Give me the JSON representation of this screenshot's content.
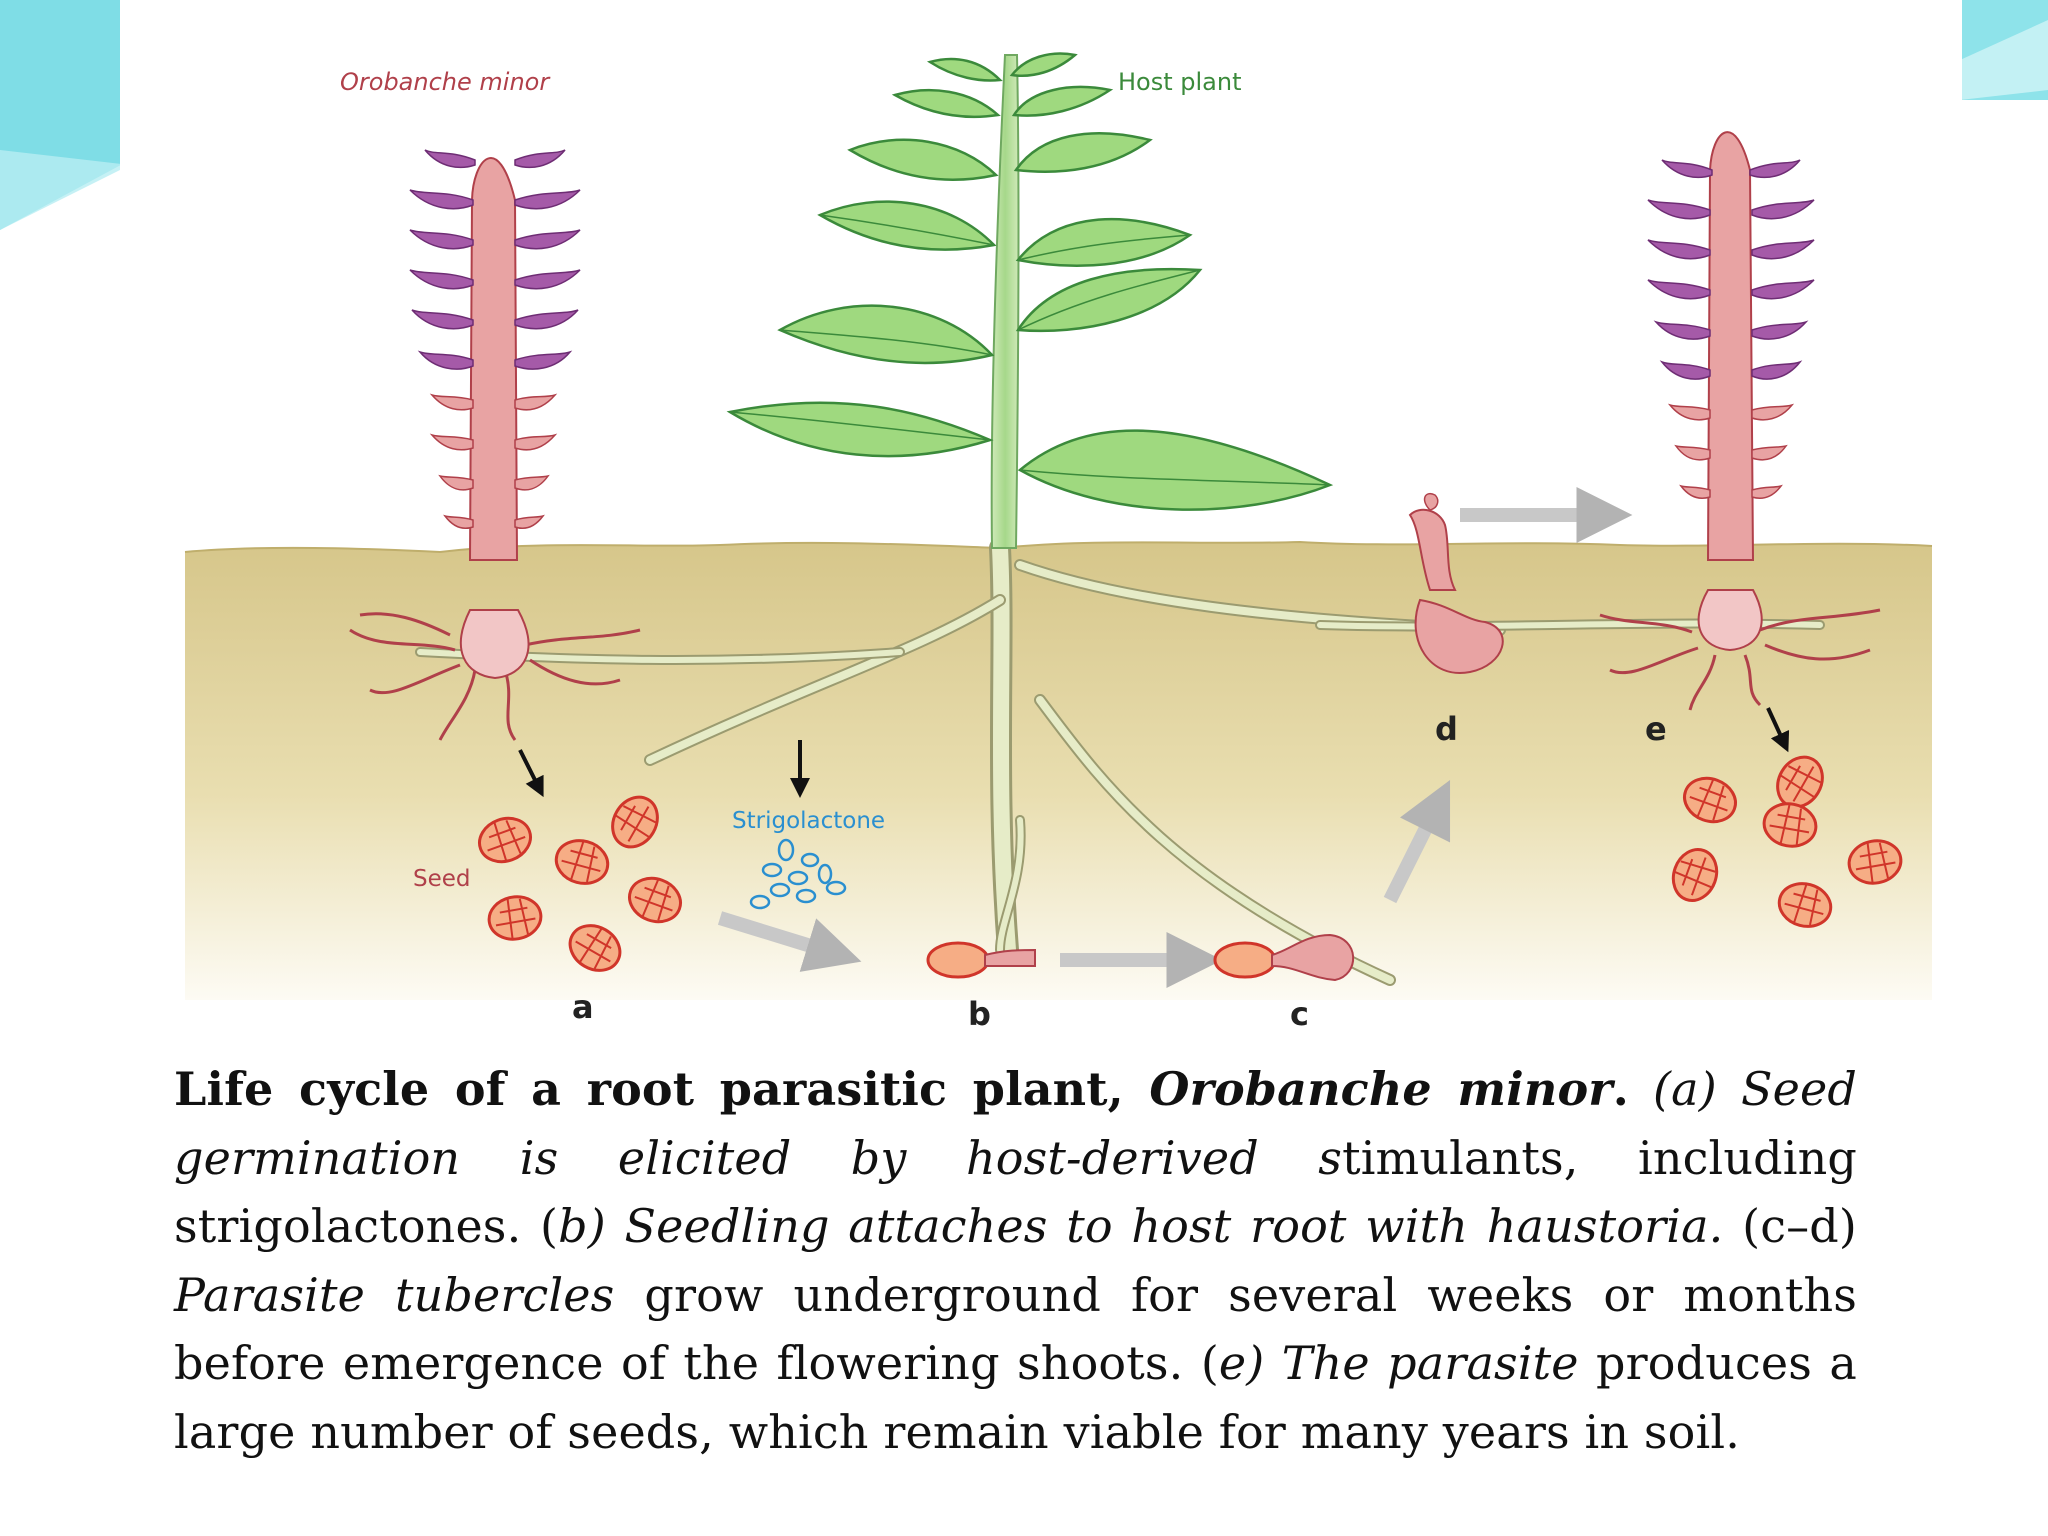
{
  "figure": {
    "labels": {
      "orobanche": "Orobanche minor",
      "host_plant": "Host plant",
      "seed": "Seed",
      "strigolactone": "Strigolactone",
      "stage_a": "a",
      "stage_b": "b",
      "stage_c": "c",
      "stage_d": "d",
      "stage_e": "e"
    },
    "colors": {
      "soil_top": "#d9c98f",
      "soil_bottom": "#fbf8ee",
      "leaf": "#8fcf6f",
      "leaf_outline": "#3b8a3b",
      "parasite_stem": "#e59a98",
      "flower": "#a55aa8",
      "seed": "#f4a47a",
      "seed_outline": "#d0352a",
      "strigolactone": "#2a8fd0",
      "arrow": "#bdbdbd"
    }
  },
  "caption": {
    "title_part1": "Life cycle of a root parasitic plant, ",
    "title_species": "Orobanche minor",
    "title_dot": ".",
    "s_a_open": " (",
    "s_a_letter": "a) Seed germination is elicited by host-derived s",
    "s_a_rest": "timulants, including strigolactones. (",
    "s_b_text": "b) Seedling attaches to host root with haustoria.",
    "s_cd_open": " (c–d) ",
    "s_cd_italic": "Parasite tubercles",
    "s_cd_rest": " grow underground for several weeks or months before emergence of the flowering shoots. (",
    "s_e_italic": "e) The parasite",
    "s_e_rest": " produces a large number of seeds, which remain viable for many years in soil."
  }
}
